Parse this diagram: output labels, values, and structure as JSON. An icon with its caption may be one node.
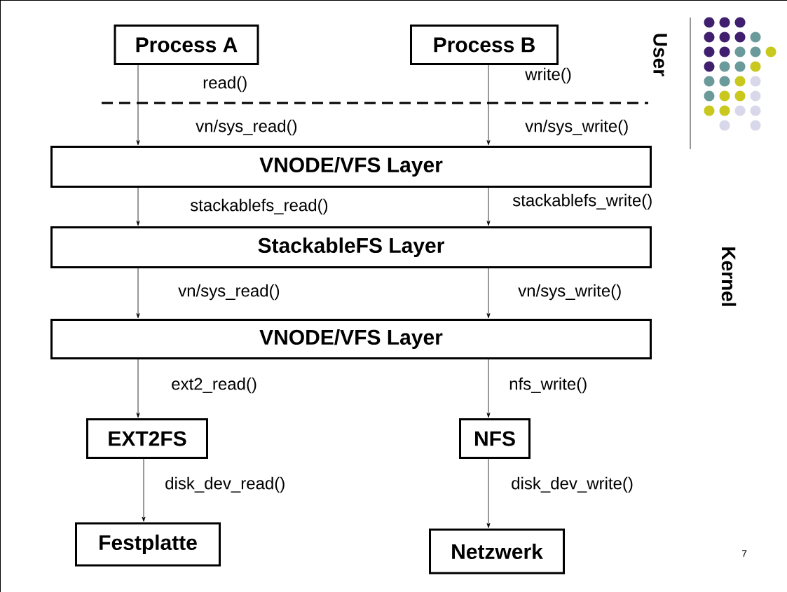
{
  "diagram": {
    "nodes": [
      {
        "text": [
          "Process A"
        ]
      },
      {
        "text": [
          "Process B"
        ]
      },
      {
        "text": [
          "VNODE/VFS Layer"
        ]
      },
      {
        "text": [
          "StackableFS Layer"
        ]
      },
      {
        "text": [
          "VNODE/VFS Layer"
        ]
      },
      {
        "text": [
          "EXT2FS"
        ]
      },
      {
        "text": [
          "NFS"
        ]
      },
      {
        "text": [
          "Festplatte"
        ]
      },
      {
        "text": [
          "Netzwerk"
        ]
      }
    ],
    "edges": [
      {
        "from": 0,
        "to": 2,
        "arrow": "to",
        "label": "vn/sys_read()"
      },
      {
        "from": 1,
        "to": 2,
        "arrow": "to",
        "label": "vn/sys_write()"
      },
      {
        "from": 2,
        "to": 3,
        "arrow": "to",
        "label": "stackablefs_read()"
      },
      {
        "from": 2,
        "to": 3,
        "arrow": "to",
        "label": "stackablefs_write()"
      },
      {
        "from": 3,
        "to": 4,
        "arrow": "to",
        "label": "vn/sys_read()"
      },
      {
        "from": 3,
        "to": 4,
        "arrow": "to",
        "label": "vn/sys_write()"
      },
      {
        "from": 4,
        "to": 5,
        "arrow": "to",
        "label": "ext2_read()"
      },
      {
        "from": 4,
        "to": 6,
        "arrow": "to",
        "label": "nfs_write()"
      },
      {
        "from": 5,
        "to": 7,
        "arrow": "to",
        "label": "disk_dev_read()"
      },
      {
        "from": 6,
        "to": 8,
        "arrow": "to",
        "label": "disk_dev_write()"
      }
    ],
    "labels": [
      "read()",
      "write()",
      "User",
      "Kernel",
      "7"
    ]
  }
}
